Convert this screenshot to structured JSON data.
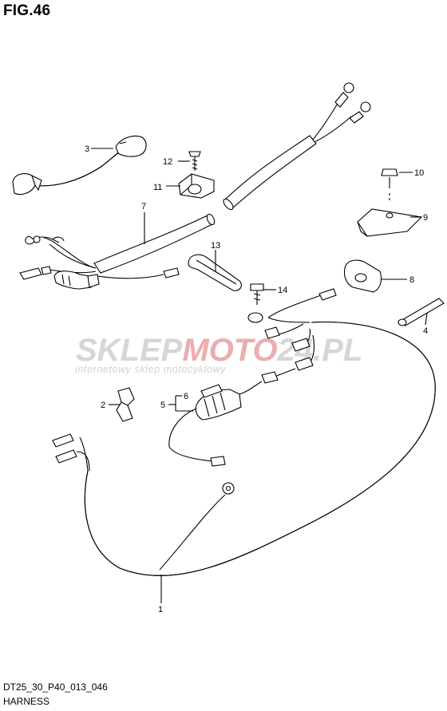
{
  "figure": {
    "title": "FIG.46"
  },
  "footer": {
    "code": "DT25_30_P40_013_046",
    "name": "HARNESS"
  },
  "watermark": {
    "brand_part1": "SKLEP",
    "brand_part2": "MOTO",
    "brand_part3": "24",
    "brand_part4": ".PL",
    "tagline": "internetowy sklep motocyklowy",
    "colors": {
      "grey": "#cfcfcf",
      "red": "#e8a0a0"
    }
  },
  "callouts": [
    {
      "id": "c1",
      "text": "1"
    },
    {
      "id": "c2",
      "text": "2"
    },
    {
      "id": "c3",
      "text": "3"
    },
    {
      "id": "c4",
      "text": "4"
    },
    {
      "id": "c5",
      "text": "5"
    },
    {
      "id": "c6",
      "text": "6"
    },
    {
      "id": "c7",
      "text": "7"
    },
    {
      "id": "c8",
      "text": "8"
    },
    {
      "id": "c9",
      "text": "9"
    },
    {
      "id": "c10",
      "text": "10"
    },
    {
      "id": "c11",
      "text": "11"
    },
    {
      "id": "c12",
      "text": "12"
    },
    {
      "id": "c13",
      "text": "13"
    },
    {
      "id": "c14",
      "text": "14"
    }
  ]
}
